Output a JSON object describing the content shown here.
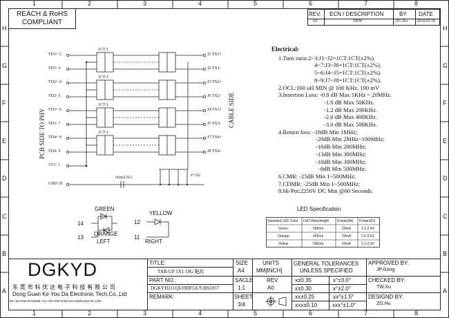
{
  "frame": {
    "top_cols": [
      "1",
      "2",
      "3",
      "4",
      "5",
      "6",
      "7",
      "8"
    ],
    "bottom_cols": [
      "1",
      "2",
      "3",
      "4",
      "5",
      "6",
      "7",
      "8"
    ],
    "left_rows": [
      "H",
      "G",
      "F",
      "E",
      "D",
      "C",
      "B",
      "A"
    ],
    "right_rows": [
      "H",
      "G",
      "F",
      "E",
      "D",
      "C",
      "B",
      "A"
    ]
  },
  "compliance": {
    "line1": "REACH & RoHS",
    "line2": "COMPLIANT"
  },
  "revision": {
    "headers": {
      "rev": "REV.",
      "ecn": "ECN / DESCRIPTION",
      "by": "BY",
      "date": "DATE"
    },
    "row": {
      "rev": "A0",
      "ecn": "NEW",
      "by": "ZG.Hu",
      "date": "2018.05.18"
    }
  },
  "schematic": {
    "left_pins": [
      "TD1+ 2",
      "TD1- 3",
      "TD2+ 4",
      "TD2- 5",
      "TD3+ 6",
      "TD3- 7",
      "TD4+ 8",
      "TD4- 9",
      "VCC 1",
      "GND 10"
    ],
    "right_pins": [
      "J1 TX1+",
      "J2 TX1-",
      "J3 TX2+",
      "J6 TX2-",
      "J4 TX3+",
      "J5 TX3-",
      "J7 TX4+",
      "J8 TX4-"
    ],
    "ratio_label": "1CT:1",
    "left_side_label": "PCB SIDE TO PHY",
    "right_side_label": "CABLE SIDE",
    "cap_label": "1000pF/2KV",
    "pin_label": "4*75Ω"
  },
  "electrical": {
    "title": "Electrical:",
    "lines": [
      "1.Turn ratio:2~3:J1~J2=1CT:1CT(±2%).",
      "4~7:J3~J6=1CT:1CT(±2%).",
      "5~6:J4~J5=1CT:1CT(±2%).",
      "8~9:J7~J8=1CT:1CT(±2%).",
      "2.OCL:160 uH MIN @ 100 KHz, 100 mV",
      "3.Insertion Loss: -0.8 dB Max 1KHz ~ 20MHz.",
      "-1.0 dB Max 50KHz.",
      "-1.2 dB Max 200KHz.",
      "-2.0 dB Max 400KHz.",
      "-3.0 dB Max 500KHz.",
      "4.Return loss: -18dB Min 1MHz;",
      "-20dB Min 2MHz~100MHz;",
      "-16dB Min 200MHz;",
      "-13dB Min 300MHz;",
      "-10dB Min 300MHz;",
      "-8dB Min 500MHz;",
      "6.CMR: -25dB Min 1~500MHz;",
      "7.CDMR: -25dB Min 1~500MHz;",
      "8.Hi-Pot:2250V DC Min @60 Seconds."
    ]
  },
  "led_spec": {
    "title": "LED Specification",
    "headers": [
      "Standard LED Color",
      "LED Wavelength",
      "Foward(A)",
      "Foward(V)"
    ],
    "rows": [
      [
        "Green",
        "565nm",
        "20mA",
        "2.2-2.4V"
      ],
      [
        "Orange",
        "605nm",
        "20mA",
        "2.0-2.5V"
      ],
      [
        "Yellow",
        "590nm",
        "20mA",
        "2.1-2.5V"
      ]
    ]
  },
  "leds": {
    "green": "GREEN",
    "orange": "ORANGE",
    "left": "LEFT",
    "yellow": "YELLOW",
    "right": "RIGHT",
    "pin14": "14",
    "pin13": "13",
    "pin12": "12",
    "pin11": "11"
  },
  "title_block": {
    "logo": "DGKYD",
    "company_cn": "东 莞 市 科 优 达 电 子 科 技 有 限 公 司",
    "company_en": "Dong Guan Ke You Da Electronic Tech.Co.,Ltd",
    "contact": "Tel:+86-0769-87334808; Fax:+86-0769-87647129  WWW.DGKYD.COM",
    "title_label": "TITLE:",
    "title_value": "TAB-UP 1X1 10G 贴片",
    "part_label": "PART NO.:",
    "part_value": "DGKYD211Q639DF5A7CBS1057",
    "remark_label": "REMARK:",
    "size_label": "SIZE",
    "size_value": "A4",
    "scale_label": "SACLE",
    "scale_value": "1:1",
    "sheet_label": "SHEET",
    "sheet_value": "3/4",
    "units_label": "UNITS",
    "units_value": "MM[INCH]",
    "rev_label": "REV",
    "rev_value": "A0",
    "tol_title1": "GENERAL TOLERANCES",
    "tol_title2": "UNLESS SPECIFIED",
    "tol": [
      [
        "x±0.35",
        "x°±3.0°"
      ],
      [
        "x±0.30",
        "x°±2.0°"
      ],
      [
        ".xx±0.25",
        ".xx°±1.5°"
      ],
      [
        ".xxx±0.10",
        ".xxx°±1.0°"
      ]
    ],
    "approved_label": "APPROVED BY:",
    "approved_value": "JP.Gong",
    "checked_label": "CHECKED BY:",
    "checked_value": "TW.Xu",
    "designed_label": "DESIGND BY:",
    "designed_value": "ZG.Hu"
  }
}
